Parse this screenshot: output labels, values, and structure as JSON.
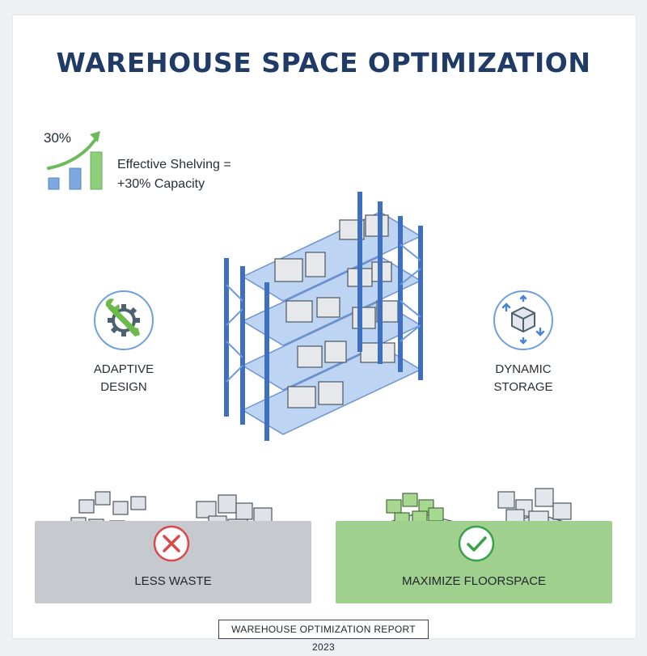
{
  "title": "WAREHOUSE SPACE OPTIMIZATION",
  "stat": {
    "percent": "30%",
    "line1": "Effective Shelving =",
    "line2": "+30% Capacity",
    "icon": "growth-bar-chart-icon"
  },
  "features": [
    {
      "line1": "ADAPTIVE",
      "line2": "DESIGN",
      "icon": "wrench-gear-icon"
    },
    {
      "line1": "DYNAMIC",
      "line2": "STORAGE",
      "icon": "box-arrows-icon"
    }
  ],
  "panels": [
    {
      "label": "LESS WASTE",
      "status": "cross",
      "color": "#c6cace"
    },
    {
      "label": "MAXIMIZE FLOORSPACE",
      "status": "check",
      "color": "#9fd08e"
    }
  ],
  "footer": "WAREHOUSE OPTIMIZATION REPORT 2023",
  "colors": {
    "title": "#1f3b66",
    "rack": "#4c7fd0",
    "cross": "#d9484a",
    "check": "#3aa14a"
  }
}
